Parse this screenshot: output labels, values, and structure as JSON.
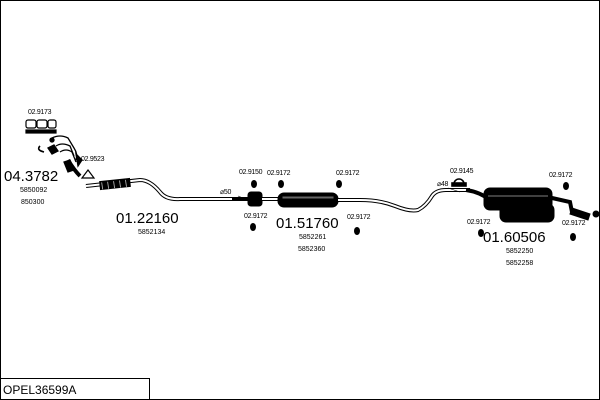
{
  "diagram": {
    "part_numbers": {
      "front_pipe": "04.3782",
      "intermediate_pipe": "01.22160",
      "middle_silencer": "01.51760",
      "rear_silencer": "01.60506"
    },
    "oem_numbers": {
      "front_pipe": [
        "5850092",
        "850300"
      ],
      "intermediate_pipe": [
        "5852134"
      ],
      "middle_silencer": [
        "5852261",
        "5852360"
      ],
      "rear_silencer": [
        "5852250",
        "5852258"
      ]
    },
    "fitting_refs": {
      "gasket_set": "02.9173",
      "front_pipe_gasket": "02.9523",
      "hanger_a": "02.9150",
      "hanger_b": "02.9172",
      "hanger_c": "02.9172",
      "hanger_d": "02.9172",
      "hanger_e": "02.9172",
      "clamp_rear": "02.9145",
      "hanger_f": "02.9172",
      "hanger_g": "02.9172",
      "hanger_h": "02.9172"
    },
    "diameters": {
      "d1": "⌀50",
      "d2": "⌀48"
    },
    "model_code": "OPEL36599A"
  }
}
